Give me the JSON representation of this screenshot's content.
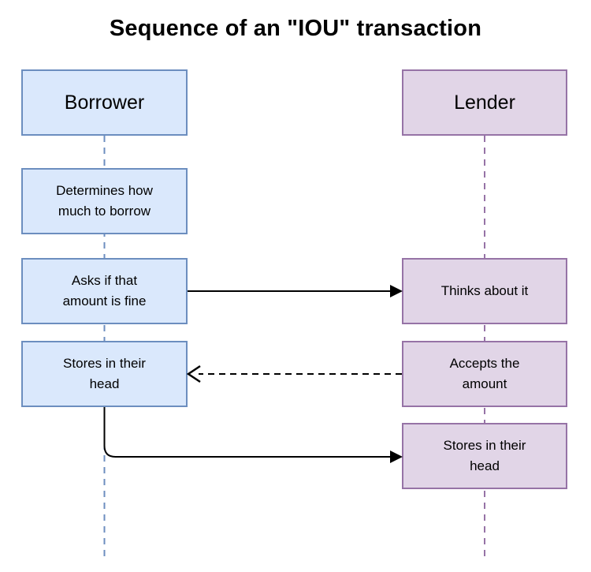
{
  "title": "Sequence of an \"IOU\" transaction",
  "actors": {
    "borrower": {
      "label": "Borrower",
      "fill": "#dae8fc",
      "stroke": "#6c8ebf"
    },
    "lender": {
      "label": "Lender",
      "fill": "#e1d5e7",
      "stroke": "#9673a6"
    }
  },
  "steps": {
    "determines": {
      "actor": "borrower",
      "label": "Determines how\nmuch to borrow"
    },
    "asks": {
      "actor": "borrower",
      "label": "Asks if that\namount is fine"
    },
    "thinks": {
      "actor": "lender",
      "label": "Thinks about it"
    },
    "stores_borrower": {
      "actor": "borrower",
      "label": "Stores in their\nhead"
    },
    "accepts": {
      "actor": "lender",
      "label": "Accepts the\namount"
    },
    "stores_lender": {
      "actor": "lender",
      "label": "Stores in their\nhead"
    }
  },
  "messages": [
    {
      "from": "asks",
      "to": "thinks",
      "line": "solid",
      "arrowhead": "filled-triangle"
    },
    {
      "from": "accepts",
      "to": "stores_borrower",
      "line": "dashed",
      "arrowhead": "open"
    },
    {
      "from": "stores_borrower",
      "to": "stores_lender",
      "line": "solid-curved",
      "arrowhead": "filled-triangle"
    }
  ],
  "colors": {
    "background": "#ffffff",
    "text": "#000000",
    "arrow": "#000000",
    "borrower_fill": "#dae8fc",
    "borrower_stroke": "#6c8ebf",
    "lender_fill": "#e1d5e7",
    "lender_stroke": "#9673a6"
  }
}
